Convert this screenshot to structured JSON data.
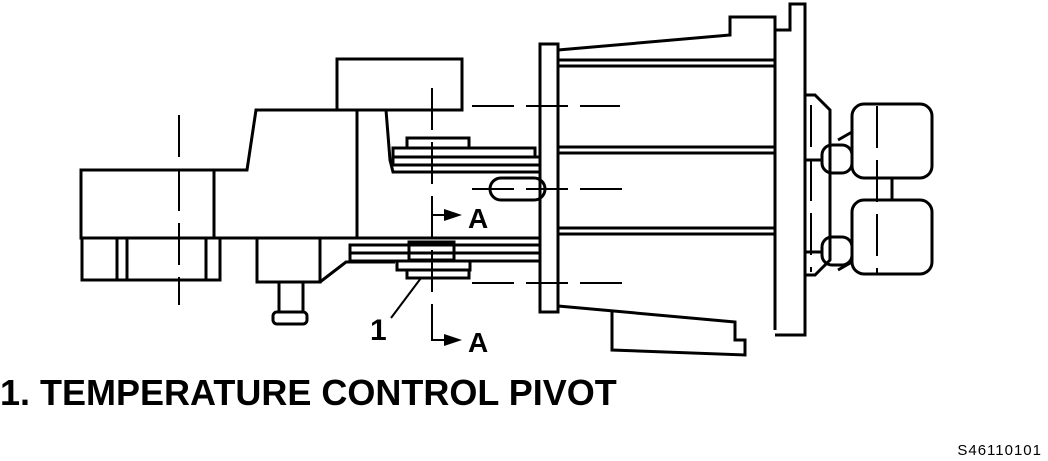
{
  "diagram": {
    "callout_number": "1",
    "section_label_upper": "A",
    "section_label_lower": "A"
  },
  "caption": "1. TEMPERATURE CONTROL PIVOT",
  "figure_id": "S46110101",
  "colors": {
    "line": "#000000",
    "background": "#ffffff"
  }
}
